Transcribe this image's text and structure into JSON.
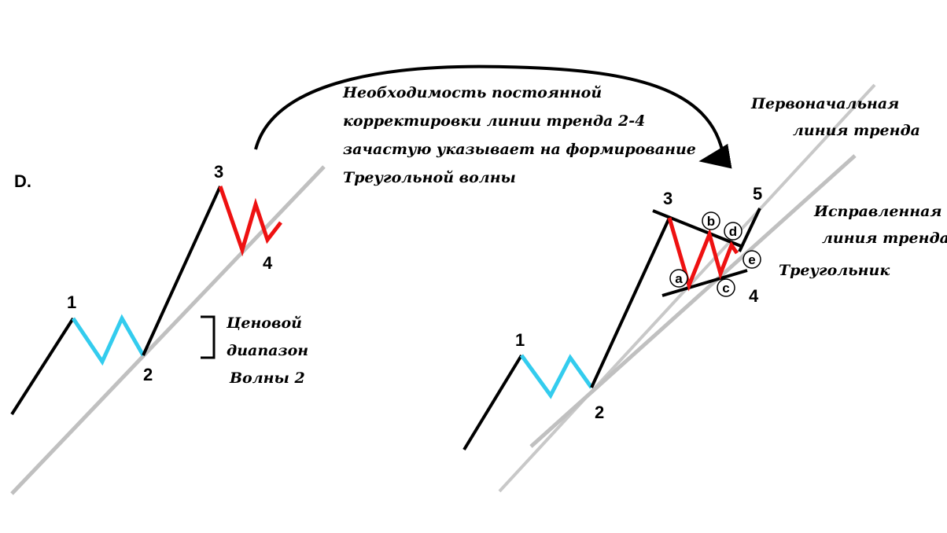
{
  "panel_label": "D.",
  "colors": {
    "impulse": "#000000",
    "wave2": "#33ccee",
    "wave4": "#ee1111",
    "trendline": "#c0c0c0"
  },
  "left": {
    "wave_labels": [
      "1",
      "2",
      "3",
      "4"
    ],
    "range_label": [
      "Ценовой",
      "диапазон",
      "Волны 2"
    ]
  },
  "annotation": [
    "Необходимость постоянной",
    "корректировки линии тренда 2-4",
    "зачастую указывает на формирование",
    "Треугольной волны"
  ],
  "right": {
    "wave_labels": [
      "1",
      "2",
      "3",
      "4",
      "5"
    ],
    "triangle_labels": [
      "a",
      "b",
      "c",
      "d",
      "e"
    ],
    "initial_trendline_label": [
      "Первоначальная",
      "линия тренда"
    ],
    "corrected_trendline_label": [
      "Исправленная",
      "линия тренда"
    ],
    "triangle_label": "Треугольник"
  }
}
